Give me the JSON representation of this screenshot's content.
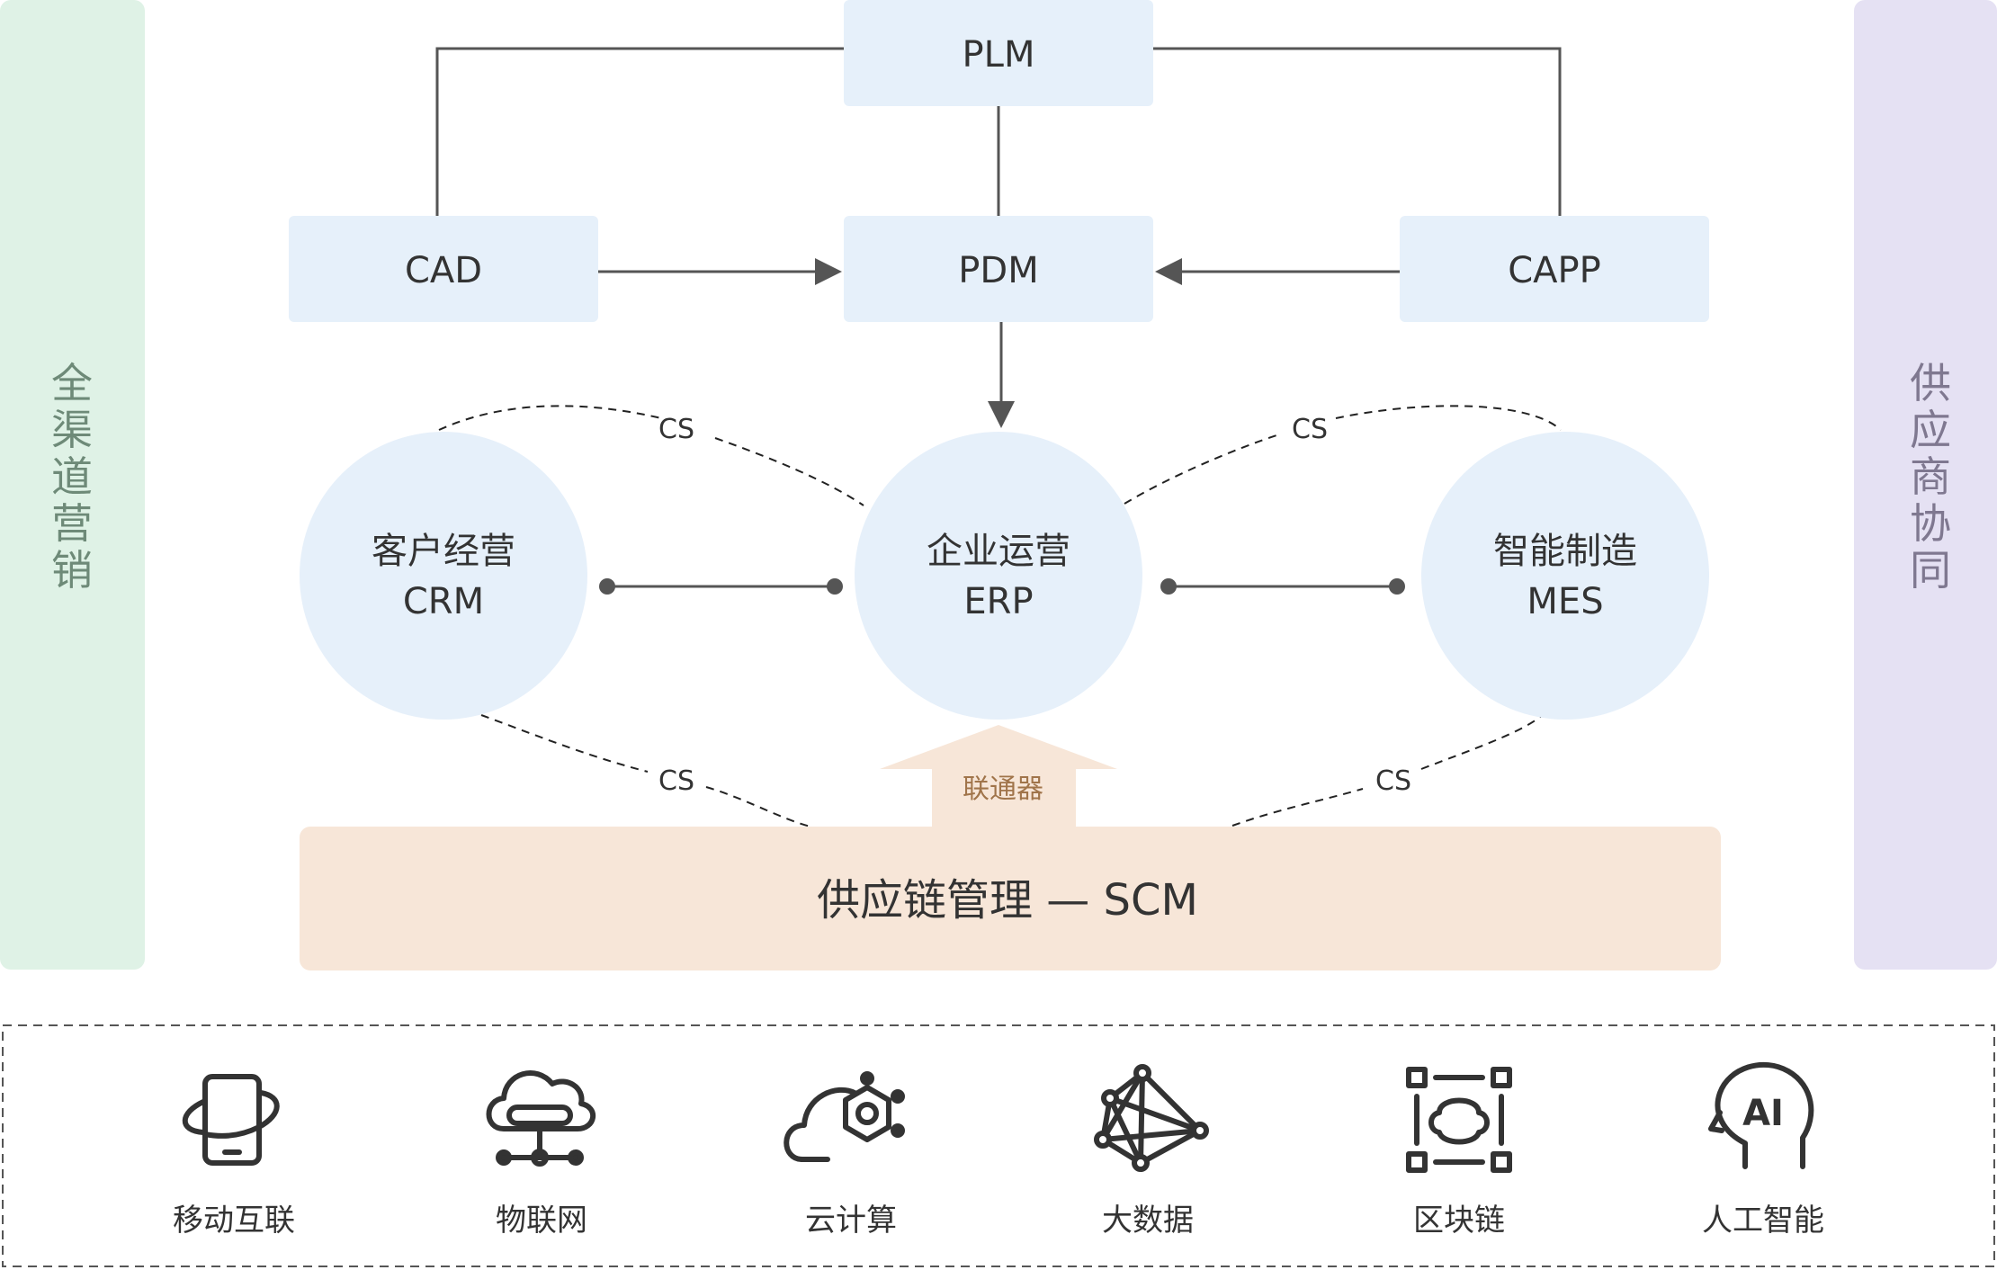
{
  "side_panels": {
    "left": {
      "label": "全渠道营销",
      "bg": "#dff2e6",
      "text_color": "#6e8a78"
    },
    "right": {
      "label": "供应商协同",
      "bg": "#e5e1f3",
      "text_color": "#7f7890"
    }
  },
  "boxes": {
    "plm": "PLM",
    "cad": "CAD",
    "pdm": "PDM",
    "capp": "CAPP",
    "bg": "#e6f0fa"
  },
  "circles": {
    "crm": {
      "line1": "客户经营",
      "line2": "CRM"
    },
    "erp": {
      "line1": "企业运营",
      "line2": "ERP"
    },
    "mes": {
      "line1": "智能制造",
      "line2": "MES"
    }
  },
  "cs_labels": [
    "CS",
    "CS",
    "CS",
    "CS"
  ],
  "connector": {
    "label": "联通器",
    "color": "#f7e6d8"
  },
  "scm": {
    "label": "供应链管理 — SCM",
    "bg": "#f7e6d8"
  },
  "tech_items": [
    {
      "label": "移动互联",
      "icon": "mobile-icon"
    },
    {
      "label": "物联网",
      "icon": "iot-cloud-icon"
    },
    {
      "label": "云计算",
      "icon": "cloud-gear-icon"
    },
    {
      "label": "大数据",
      "icon": "network-icon"
    },
    {
      "label": "区块链",
      "icon": "blockchain-icon"
    },
    {
      "label": "人工智能",
      "icon": "ai-head-icon"
    }
  ]
}
